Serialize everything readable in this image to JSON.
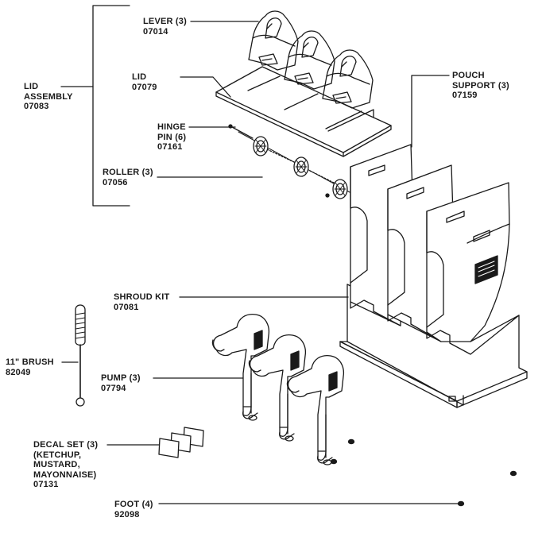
{
  "diagram": {
    "labels": {
      "lever": {
        "name": "LEVER (3)",
        "code": "07014"
      },
      "lid": {
        "name": "LID",
        "code": "07079"
      },
      "lid_assembly": {
        "name": "LID",
        "name2": "ASSEMBLY",
        "code": "07083"
      },
      "hinge_pin": {
        "name": "HINGE",
        "name2": "PIN (6)",
        "code": "07161"
      },
      "roller": {
        "name": "ROLLER (3)",
        "code": "07056"
      },
      "pouch_support": {
        "name": "POUCH",
        "name2": "SUPPORT (3)",
        "code": "07159"
      },
      "shroud_kit": {
        "name": "SHROUD KIT",
        "code": "07081"
      },
      "brush": {
        "name": "11\" BRUSH",
        "code": "82049"
      },
      "pump": {
        "name": "PUMP (3)",
        "code": "07794"
      },
      "decal_set": {
        "name": "DECAL SET (3)",
        "name2": "(KETCHUP,",
        "name3": "MUSTARD,",
        "name4": "MAYONNAISE)",
        "code": "07131"
      },
      "foot": {
        "name": "FOOT (4)",
        "code": "92098"
      }
    }
  }
}
